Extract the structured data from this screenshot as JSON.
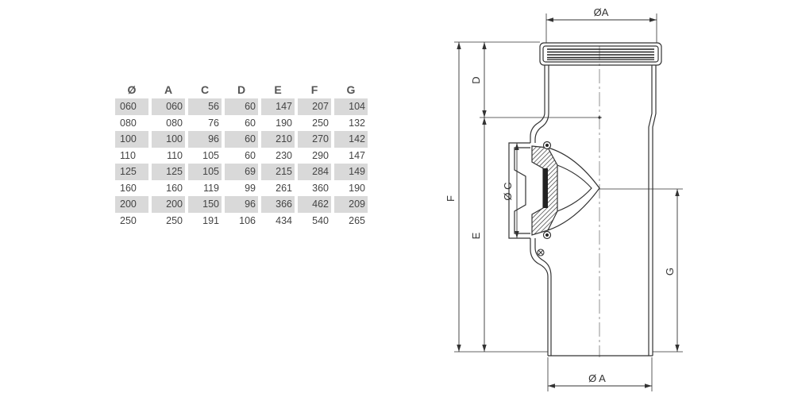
{
  "table": {
    "headers": [
      "Ø",
      "A",
      "C",
      "D",
      "E",
      "F",
      "G"
    ],
    "rows": [
      [
        "060",
        "060",
        "56",
        "60",
        "147",
        "207",
        "104"
      ],
      [
        "080",
        "080",
        "76",
        "60",
        "190",
        "250",
        "132"
      ],
      [
        "100",
        "100",
        "96",
        "60",
        "210",
        "270",
        "142"
      ],
      [
        "110",
        "110",
        "105",
        "60",
        "230",
        "290",
        "147"
      ],
      [
        "125",
        "125",
        "105",
        "69",
        "215",
        "284",
        "149"
      ],
      [
        "160",
        "160",
        "119",
        "99",
        "261",
        "360",
        "190"
      ],
      [
        "200",
        "200",
        "150",
        "96",
        "366",
        "462",
        "209"
      ],
      [
        "250",
        "250",
        "191",
        "106",
        "434",
        "540",
        "265"
      ]
    ]
  },
  "drawing": {
    "labels": {
      "top_diameter": "ØA",
      "bottom_diameter": "Ø A",
      "dim_d": "D",
      "dim_e": "E",
      "dim_f": "F",
      "dim_c": "Ø C",
      "dim_g": "G"
    }
  },
  "colors": {
    "line": "#333333",
    "row_shade": "#d9d9d9",
    "header_text": "#555555",
    "cell_text": "#444444"
  }
}
